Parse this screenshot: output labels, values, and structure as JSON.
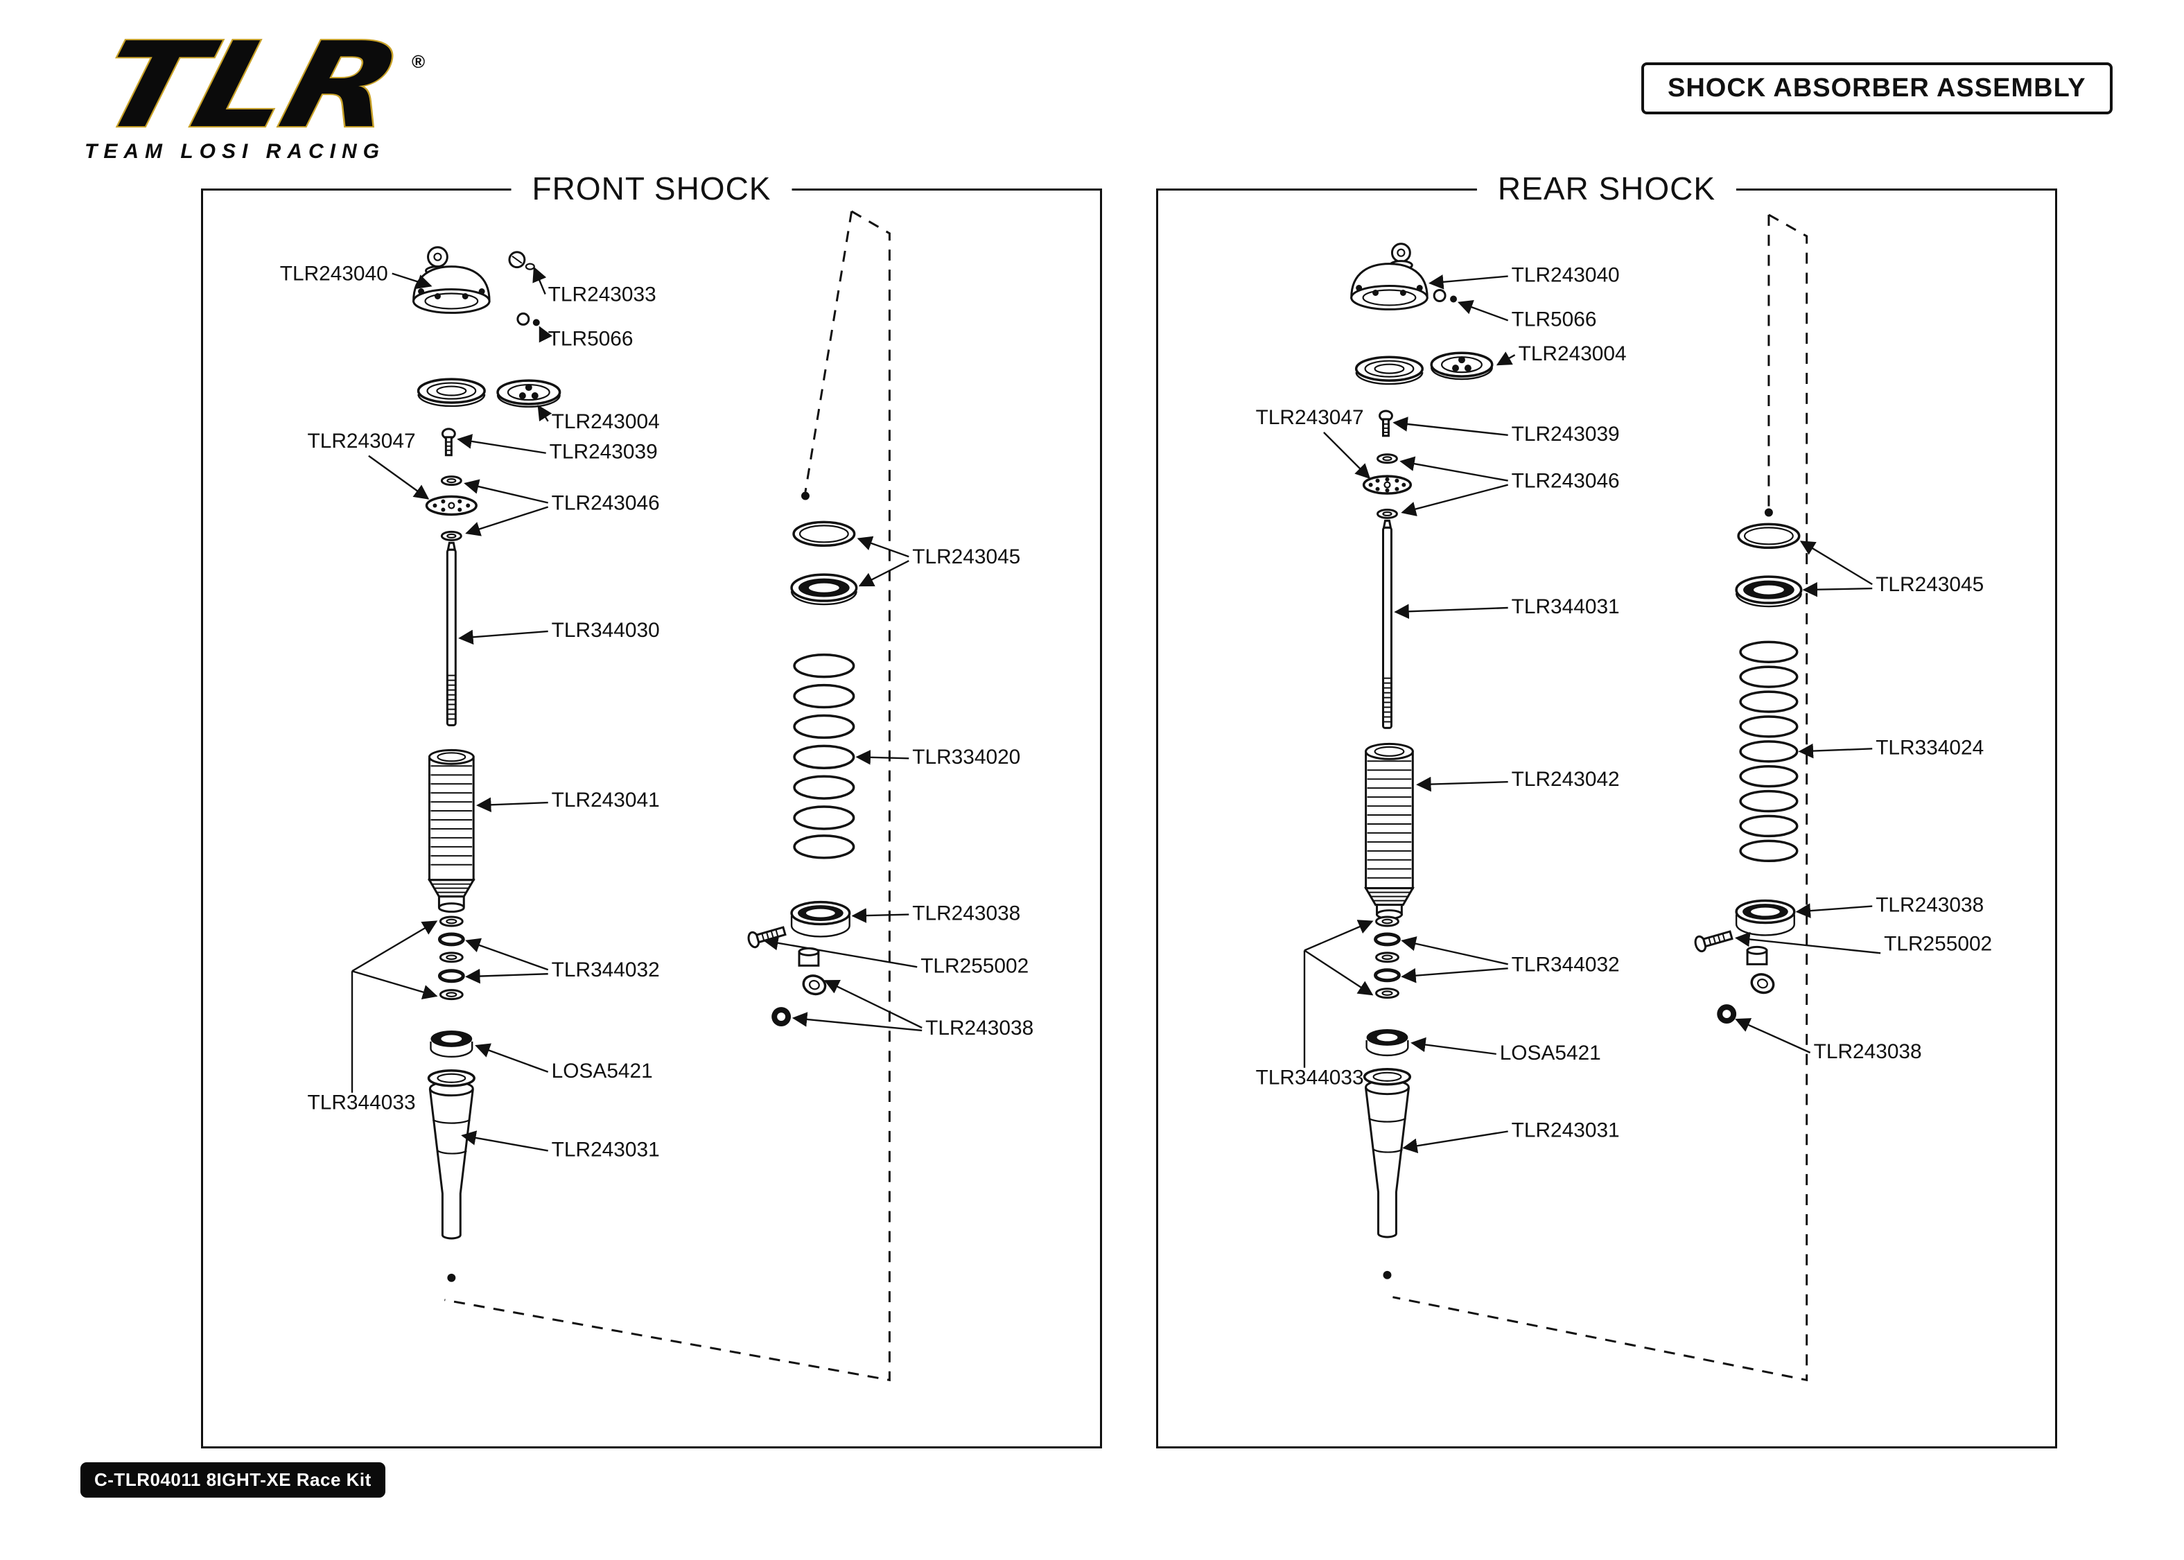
{
  "logo": {
    "acronym": "TLR",
    "registered": "®",
    "subtitle": "TEAM LOSI RACING"
  },
  "header": {
    "title": "SHOCK ABSORBER ASSEMBLY"
  },
  "footer": {
    "kit_label": "C-TLR04011 8IGHT-XE Race Kit"
  },
  "colors": {
    "ink": "#111111",
    "gold": "#C8A128",
    "background": "#FFFFFF"
  },
  "panels": {
    "front": {
      "title": "FRONT SHOCK",
      "labels": {
        "cap": "TLR243040",
        "bleed_screw": "TLR243033",
        "cap_fitting": "TLR5066",
        "spring_adjuster": "TLR243004",
        "piston_screw": "TLR243039",
        "piston": "TLR243047",
        "piston_washers": "TLR243046",
        "shaft": "TLR344030",
        "body": "TLR243041",
        "orings": "TLR344032",
        "washers": "TLR344033",
        "shaft_seal": "LOSA5421",
        "boot": "TLR243031",
        "spring_retainer": "TLR243045",
        "spring": "TLR334020",
        "spring_cup": "TLR243038",
        "rod_end_screw": "TLR255002",
        "rod_end": "TLR243038"
      }
    },
    "rear": {
      "title": "REAR SHOCK",
      "labels": {
        "cap": "TLR243040",
        "cap_fitting": "TLR5066",
        "spring_adjuster": "TLR243004",
        "piston_screw": "TLR243039",
        "piston": "TLR243047",
        "piston_washers": "TLR243046",
        "shaft": "TLR344031",
        "body": "TLR243042",
        "orings": "TLR344032",
        "washers": "TLR344033",
        "shaft_seal": "LOSA5421",
        "boot": "TLR243031",
        "spring_retainer": "TLR243045",
        "spring": "TLR334024",
        "spring_cup": "TLR243038",
        "rod_end_screw": "TLR255002",
        "rod_end": "TLR243038"
      }
    }
  }
}
